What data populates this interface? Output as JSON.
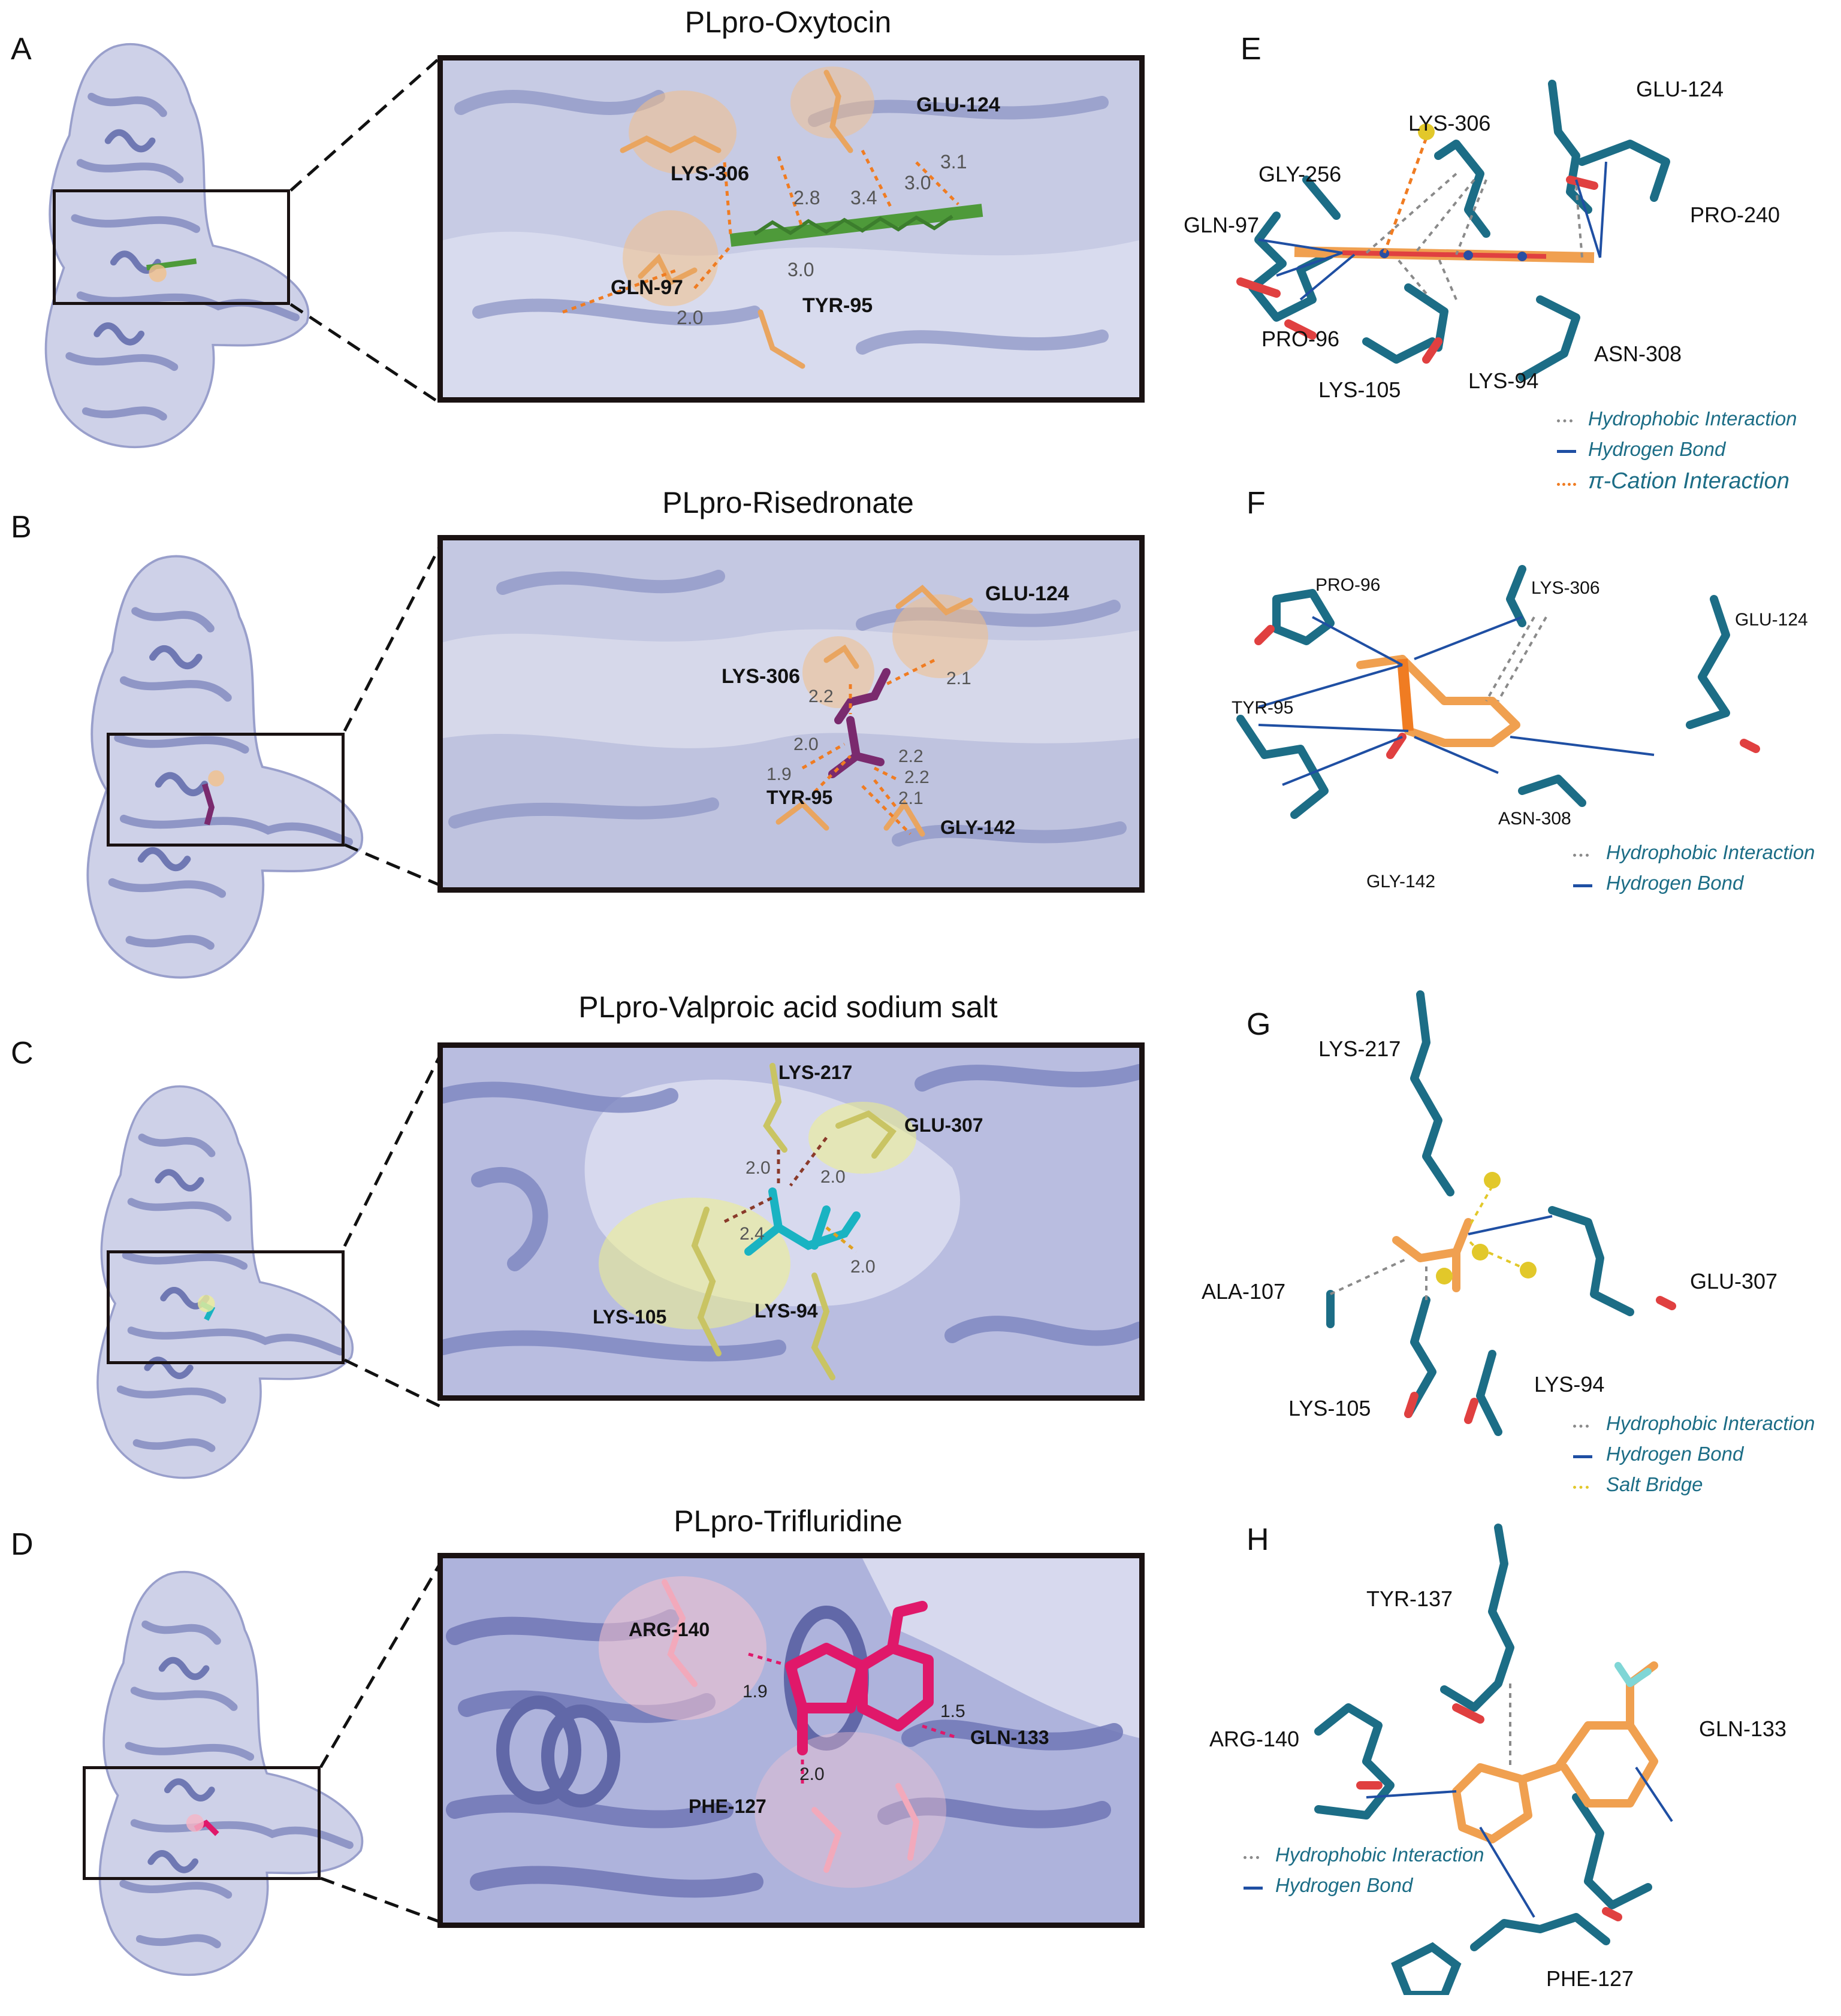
{
  "colors": {
    "protein": "#8e95c6",
    "surface": "#c9cde6",
    "frame": "#1a1212",
    "residue": "#1c6d86",
    "legend_text": "#1c6d86",
    "hbond": "#1f4fa3",
    "hydrophobic": "#8a8a8a",
    "pi_cation": "#f07c22",
    "salt_bridge": "#e2c82a",
    "oxytocin": "#4e9a3a",
    "risedronate": "#7a2a6e",
    "valproate": "#19b3c2",
    "trifluridine": "#e0186a",
    "ligand_2d": "#f0a050"
  },
  "panels": [
    {
      "letter": "A",
      "title": "PLpro-Oxytocin",
      "zoom_labels": [
        "GLU-124",
        "LYS-306",
        "GLN-97",
        "TYR-95"
      ],
      "distances": [
        "3.1",
        "2.8",
        "3.4",
        "3.0",
        "3.0",
        "2.0"
      ]
    },
    {
      "letter": "B",
      "title": "PLpro-Risedronate",
      "zoom_labels": [
        "GLU-124",
        "LYS-306",
        "TYR-95",
        "GLY-142"
      ],
      "distances": [
        "2.1",
        "2.2",
        "2.0",
        "1.9",
        "2.2",
        "2.2",
        "2.1"
      ]
    },
    {
      "letter": "C",
      "title": "PLpro-Valproic acid sodium salt",
      "zoom_labels": [
        "LYS-217",
        "GLU-307",
        "LYS-105",
        "LYS-94"
      ],
      "distances": [
        "2.0",
        "2.0",
        "2.4",
        "2.0"
      ]
    },
    {
      "letter": "D",
      "title": "PLpro-Trifluridine",
      "zoom_labels": [
        "ARG-140",
        "GLN-133",
        "PHE-127"
      ],
      "distances": [
        "1.9",
        "1.5",
        "2.0"
      ]
    }
  ],
  "interaction_panels": [
    {
      "letter": "E",
      "residues": [
        "GLU-124",
        "LYS-306",
        "GLY-256",
        "PRO-240",
        "GLN-97",
        "PRO-96",
        "ASN-308",
        "LYS-105",
        "LYS-94"
      ],
      "legend": [
        "Hydrophobic Interaction",
        "Hydrogen Bond",
        "π-Cation Interaction"
      ]
    },
    {
      "letter": "F",
      "residues": [
        "PRO-96",
        "LYS-306",
        "GLU-124",
        "TYR-95",
        "ASN-308",
        "GLY-142"
      ],
      "legend": [
        "Hydrophobic Interaction",
        "Hydrogen Bond"
      ]
    },
    {
      "letter": "G",
      "residues": [
        "LYS-217",
        "ALA-107",
        "GLU-307",
        "LYS-94",
        "LYS-105"
      ],
      "legend": [
        "Hydrophobic Interaction",
        "Hydrogen Bond",
        "Salt Bridge"
      ]
    },
    {
      "letter": "H",
      "residues": [
        "TYR-137",
        "ARG-140",
        "GLN-133",
        "PHE-127"
      ],
      "legend": [
        "Hydrophobic Interaction",
        "Hydrogen Bond"
      ]
    }
  ]
}
